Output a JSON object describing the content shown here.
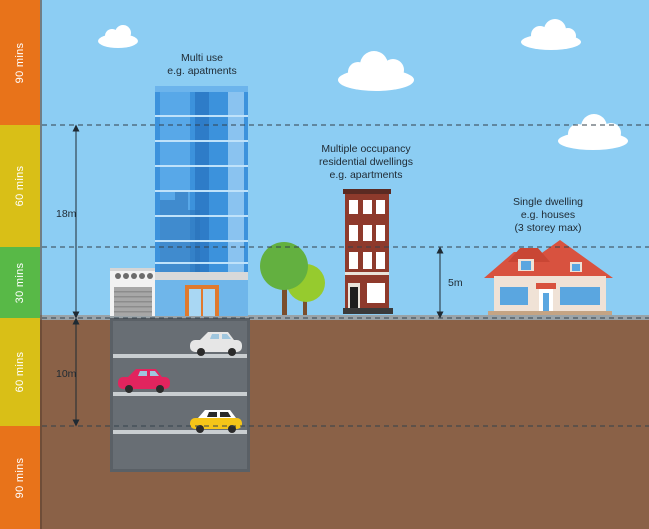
{
  "bands": [
    {
      "label": "90 mins",
      "color": "#E8731A"
    },
    {
      "label": "60 mins",
      "color": "#D9BF17"
    },
    {
      "label": "30 mins",
      "color": "#58B947"
    },
    {
      "label": "60 mins",
      "color": "#D9BF17"
    },
    {
      "label": "90 mins",
      "color": "#E8731A"
    }
  ],
  "labels": {
    "multi_use_title": "Multi use",
    "multi_use_example": "e.g. apatments",
    "multi_occ_line1": "Multiple occupancy",
    "multi_occ_line2": "residential dwellings",
    "multi_occ_example": "e.g. apartments",
    "single_title": "Single dwelling",
    "single_example": "e.g. houses",
    "single_note": "(3 storey max)"
  },
  "dimensions": {
    "above_ground_tall": "18m",
    "below_ground": "10m",
    "above_ground_low": "5m"
  },
  "colors": {
    "sky": "#8CCDF3",
    "ground": "#8A6147",
    "pavement": "#9AA3A8",
    "dashed_line": "#33414B"
  }
}
